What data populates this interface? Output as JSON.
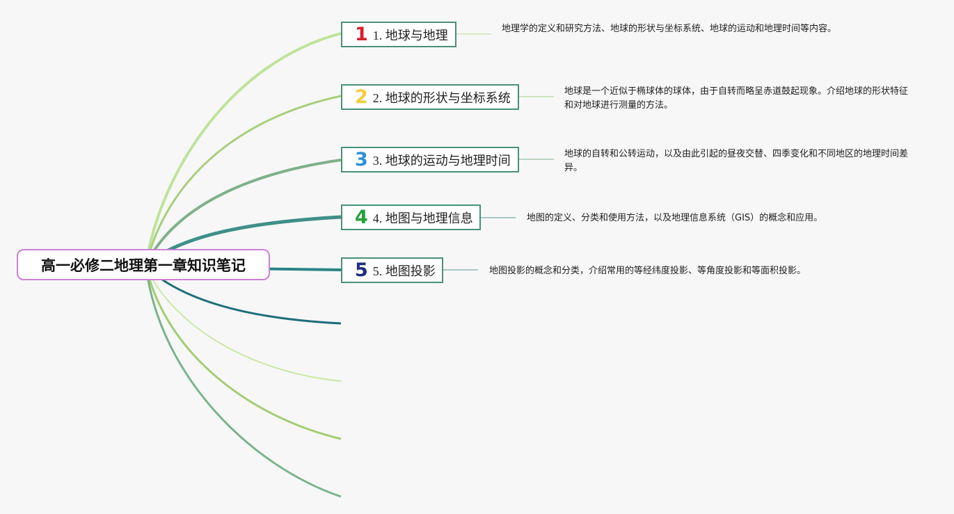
{
  "central_topic": "高一必修二地理第一章知识笔记",
  "topics": [
    {
      "number_icon": "1",
      "icon_name": "number-1-icon",
      "icon_color": "#d81e2a",
      "title": "1. 地球与地理",
      "description": "地理学的定义和研究方法、地球的形状与坐标系统、地球的运动和地理时间等内容。"
    },
    {
      "number_icon": "2",
      "icon_name": "number-2-icon",
      "icon_color": "#f2cd3a",
      "title": "2. 地球的形状与坐标系统",
      "description": "地球是一个近似于椭球体的球体，由于自转而略呈赤道鼓起现象。介绍地球的形状特征和对地球进行测量的方法。"
    },
    {
      "number_icon": "3",
      "icon_name": "number-3-icon",
      "icon_color": "#2c8fd6",
      "title": "3. 地球的运动与地理时间",
      "description": "地球的自转和公转运动，以及由此引起的昼夜交替、四季变化和不同地区的地理时间差异。"
    },
    {
      "number_icon": "4",
      "icon_name": "number-4-icon",
      "icon_color": "#24a13a",
      "title": "4. 地图与地理信息",
      "description": "地图的定义、分类和使用方法，以及地理信息系统（GIS）的概念和应用。"
    },
    {
      "number_icon": "5",
      "icon_name": "number-5-icon",
      "icon_color": "#1f2d80",
      "title": "5. 地图投影",
      "description": "地图投影的概念和分类，介绍常用的等经纬度投影、等角度投影和等面积投影。"
    }
  ],
  "colors": {
    "central_border": "#cc7fd6",
    "topic_border": "#4a8f7a",
    "background": "#f7f7f7",
    "branch_palette": [
      "#bfe39a",
      "#a8cf7c",
      "#7fb08a",
      "#3f8f88",
      "#2a8585",
      "#1e6f7a",
      "#c9e8a7",
      "#a3cd72",
      "#7ab48c"
    ]
  }
}
